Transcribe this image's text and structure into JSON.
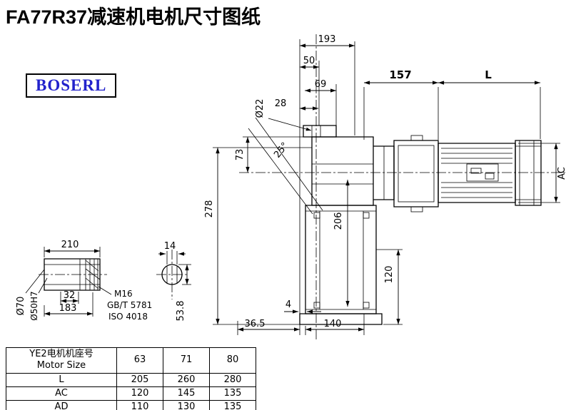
{
  "page": {
    "title": "FA77R37减速机电机尺寸图纸",
    "brand": "BOSERL",
    "brand_color": "#2222cc"
  },
  "drawing": {
    "dims": {
      "d193": "193",
      "d50": "50",
      "d69": "69",
      "d28": "28",
      "d22": "Ø22",
      "d25": "25°",
      "d73": "73",
      "d278": "278",
      "d157": "157",
      "dL": "L",
      "dAC": "AC",
      "d206": "206",
      "d120": "120",
      "d4": "4",
      "d36_5": "36.5",
      "d140": "140",
      "d210": "210",
      "d32": "32",
      "d183": "183",
      "d70": "Ø70",
      "d50h7": "Ø50H7",
      "m16": "M16",
      "gbt": "GB/T 5781",
      "iso": "ISO 4018",
      "d14": "14",
      "d53_8": "53.8"
    }
  },
  "table": {
    "header_cn": "YE2电机机座号",
    "header_en": "Motor Size",
    "sizes": [
      "63",
      "71",
      "80"
    ],
    "rows": [
      {
        "label": "L",
        "values": [
          "205",
          "260",
          "280"
        ]
      },
      {
        "label": "AC",
        "values": [
          "120",
          "145",
          "135"
        ]
      },
      {
        "label": "AD",
        "values": [
          "110",
          "130",
          "135"
        ]
      }
    ]
  }
}
